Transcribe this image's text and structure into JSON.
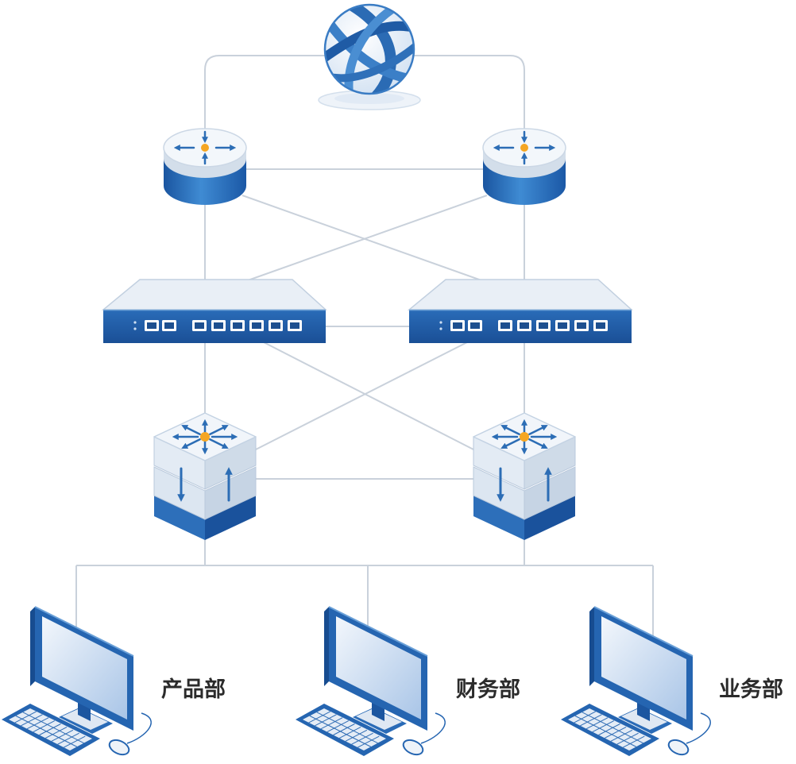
{
  "diagram": {
    "internet": {
      "icon": "globe-icon"
    },
    "routers": [
      {
        "icon": "router-icon"
      },
      {
        "icon": "router-icon"
      }
    ],
    "firewalls": [
      {
        "icon": "firewall-appliance-icon"
      },
      {
        "icon": "firewall-appliance-icon"
      }
    ],
    "core_switches": [
      {
        "icon": "layer3-switch-icon"
      },
      {
        "icon": "layer3-switch-icon"
      }
    ],
    "departments": [
      {
        "label": "产品部",
        "icon": "desktop-computer-icon"
      },
      {
        "label": "财务部",
        "icon": "desktop-computer-icon"
      },
      {
        "label": "业务部",
        "icon": "desktop-computer-icon"
      }
    ]
  },
  "colors": {
    "device_blue": "#2565b1",
    "accent_orange": "#f5a623",
    "link_gray": "#c9d1db",
    "label_text": "#2b2b2b"
  }
}
